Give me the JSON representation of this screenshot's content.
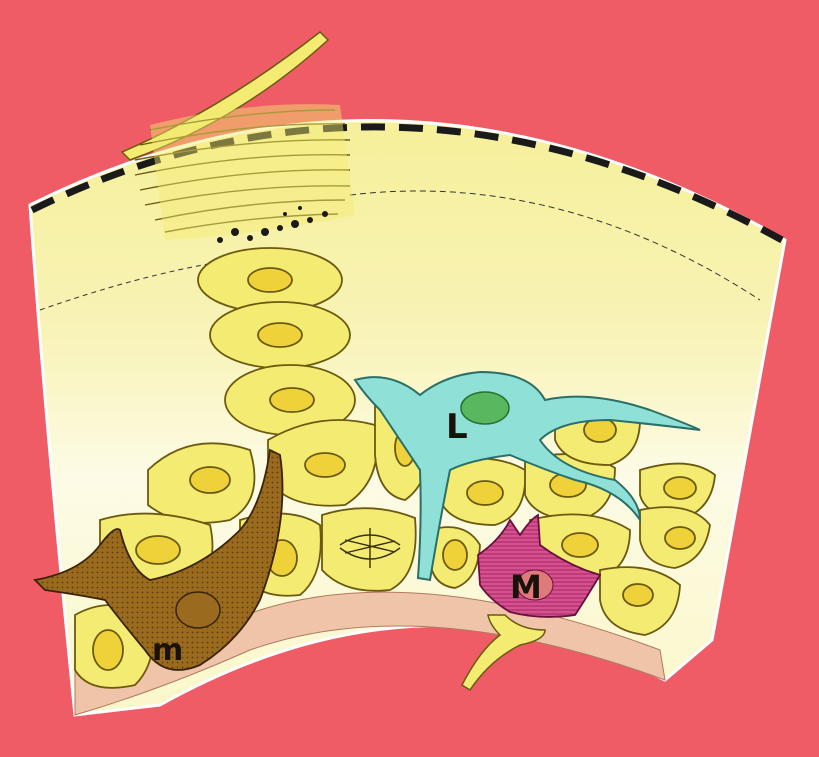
{
  "colors": {
    "background": "#ef5c66",
    "corneum": "#f8f2a8",
    "spinous": "#fbf6bf",
    "keratinocyte_fill": "#f3eb72",
    "keratinocyte_stroke": "#6b5a10",
    "nucleus_fill": "#efd23a",
    "melanocyte_fill": "#9a6b1e",
    "langerhans_fill": "#8fe0d6",
    "langerhans_nucleus": "#58b860",
    "merkel_fill": "#d8508e",
    "dermis": "#f0c4a8",
    "outline": "#2a1f08"
  },
  "labels": {
    "langerhans": "L",
    "merkel": "M",
    "melanocyte": "m"
  }
}
